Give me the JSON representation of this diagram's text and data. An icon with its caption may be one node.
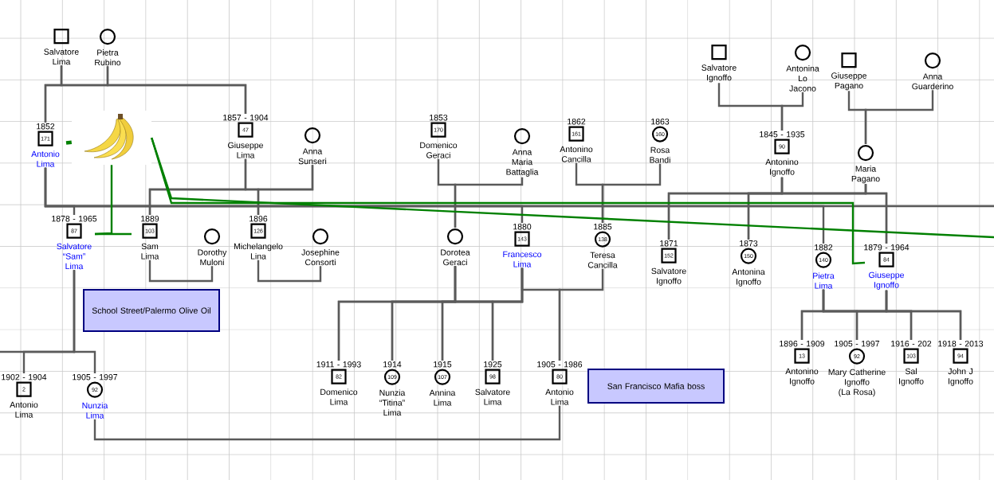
{
  "diagram": {
    "nodes": [
      {
        "text": [
          "Salvatore Lima"
        ]
      },
      {
        "text": [
          "Pietra Rubino"
        ]
      },
      {
        "text": [
          "1852",
          "171",
          "Antonio Lima"
        ]
      },
      {
        "text": [],
        "shape": "picture"
      },
      {
        "text": [
          "1857 - 1904",
          "47",
          "Giuseppe Lima"
        ]
      },
      {
        "text": [
          "Anna Sunseri"
        ]
      },
      {
        "text": [
          "1853",
          "170",
          "Domenico Geraci"
        ]
      },
      {
        "text": [
          "Anna Maria Battaglia"
        ]
      },
      {
        "text": [
          "1862",
          "161",
          "Antonino Cancilla"
        ]
      },
      {
        "text": [
          "1863",
          "160",
          "Rosa Bandi"
        ]
      },
      {
        "text": [
          "Salvatore Ignoffo"
        ]
      },
      {
        "text": [
          "Antonina Lo Jacono"
        ]
      },
      {
        "text": [
          "Giuseppe Pagano"
        ]
      },
      {
        "text": [
          "Anna Guarderino"
        ]
      },
      {
        "text": [
          "1845 - 1935",
          "90",
          "Antonino Ignoffo"
        ]
      },
      {
        "text": [
          "Maria Pagano"
        ]
      },
      {
        "text": [
          "1878 - 1965",
          "87",
          "Salvatore “Sam” Lima"
        ]
      },
      {
        "text": [
          "1889",
          "103",
          "Sam Lima"
        ]
      },
      {
        "text": [
          "Dorothy Muloni"
        ]
      },
      {
        "text": [
          "1896",
          "126",
          "Michelangelo Lina"
        ]
      },
      {
        "text": [
          "Josephine Consorti"
        ]
      },
      {
        "text": [
          "Dorotea Geraci"
        ]
      },
      {
        "text": [
          "1880",
          "143",
          "Francesco Lima"
        ]
      },
      {
        "text": [
          "1885",
          "138",
          "Teresa Cancilla"
        ]
      },
      {
        "text": [
          "1871",
          "152",
          "Salvatore Ignoffo"
        ]
      },
      {
        "text": [
          "1873",
          "150",
          "Antonina Ignoffo"
        ]
      },
      {
        "text": [
          "1882",
          "140",
          "Pietra Lima"
        ]
      },
      {
        "text": [
          "1879 - 1964",
          "84",
          "Giuseppe Ignoffo"
        ]
      },
      {
        "text": [
          "School Street/Palermo Olive Oil"
        ]
      },
      {
        "text": [
          "1902 - 1904",
          "2",
          "Antonio Lima"
        ]
      },
      {
        "text": [
          "1905 - 1997",
          "92",
          "Nunzia Lima"
        ]
      },
      {
        "text": [
          "1911 - 1993",
          "82",
          "Domenico Lima"
        ]
      },
      {
        "text": [
          "1914",
          "109",
          "Nunzia “Titina” Lima"
        ]
      },
      {
        "text": [
          "1915",
          "107",
          "Annina Lima"
        ]
      },
      {
        "text": [
          "1925",
          "98",
          "Salvatore Lima"
        ]
      },
      {
        "text": [
          "1905 - 1986",
          "80",
          "Antonio Lima"
        ]
      },
      {
        "text": [
          "San Francisco Mafia boss"
        ]
      },
      {
        "text": [
          "1896 - 1909",
          "13",
          "Antonino Ignoffo"
        ]
      },
      {
        "text": [
          "1905 - 1997",
          "92",
          "Mary Catherine Ignoffo (La Rosa)"
        ]
      },
      {
        "text": [
          "1916 - 202",
          "103",
          "Sal Ignoffo"
        ]
      },
      {
        "text": [
          "1918 - 2013",
          "94",
          "John J Ignoffo"
        ]
      }
    ],
    "edges": [
      {
        "from": 0,
        "to": 2,
        "arrow": "none"
      },
      {
        "from": 0,
        "to": 4,
        "arrow": "none"
      },
      {
        "from": 1,
        "to": 2,
        "arrow": "none"
      },
      {
        "from": 1,
        "to": 4,
        "arrow": "none"
      },
      {
        "from": 2,
        "to": 16,
        "arrow": "none"
      },
      {
        "from": 2,
        "to": 22,
        "arrow": "none"
      },
      {
        "from": 2,
        "to": 26,
        "arrow": "none"
      },
      {
        "from": 2,
        "to": null,
        "arrow": "none"
      },
      {
        "from": 4,
        "to": 17,
        "arrow": "none"
      },
      {
        "from": 4,
        "to": 19,
        "arrow": "none"
      },
      {
        "from": 5,
        "to": 17,
        "arrow": "none"
      },
      {
        "from": 5,
        "to": 19,
        "arrow": "none"
      },
      {
        "from": 6,
        "to": 21,
        "arrow": "none"
      },
      {
        "from": 7,
        "to": 21,
        "arrow": "none"
      },
      {
        "from": 8,
        "to": 23,
        "arrow": "none"
      },
      {
        "from": 9,
        "to": 23,
        "arrow": "none"
      },
      {
        "from": 10,
        "to": 14,
        "arrow": "none"
      },
      {
        "from": 11,
        "to": 14,
        "arrow": "none"
      },
      {
        "from": 12,
        "to": 15,
        "arrow": "none"
      },
      {
        "from": 13,
        "to": 15,
        "arrow": "none"
      },
      {
        "from": 14,
        "to": 24,
        "arrow": "none"
      },
      {
        "from": 14,
        "to": 25,
        "arrow": "none"
      },
      {
        "from": 14,
        "to": 27,
        "arrow": "none"
      },
      {
        "from": 15,
        "to": 24,
        "arrow": "none"
      },
      {
        "from": 15,
        "to": 25,
        "arrow": "none"
      },
      {
        "from": 15,
        "to": 27,
        "arrow": "none"
      },
      {
        "from": 17,
        "to": 18,
        "arrow": "none"
      },
      {
        "from": 19,
        "to": 20,
        "arrow": "none"
      },
      {
        "from": 21,
        "to": 31,
        "arrow": "none"
      },
      {
        "from": 21,
        "to": 32,
        "arrow": "none"
      },
      {
        "from": 21,
        "to": 33,
        "arrow": "none"
      },
      {
        "from": 21,
        "to": 34,
        "arrow": "none"
      },
      {
        "from": 22,
        "to": 31,
        "arrow": "none"
      },
      {
        "from": 22,
        "to": 32,
        "arrow": "none"
      },
      {
        "from": 22,
        "to": 33,
        "arrow": "none"
      },
      {
        "from": 22,
        "to": 34,
        "arrow": "none"
      },
      {
        "from": 22,
        "to": 35,
        "arrow": "none"
      },
      {
        "from": 23,
        "to": 35,
        "arrow": "none"
      },
      {
        "from": 16,
        "to": 29,
        "arrow": "none"
      },
      {
        "from": 16,
        "to": 30,
        "arrow": "none"
      },
      {
        "from": 16,
        "to": null,
        "arrow": "none"
      },
      {
        "from": 30,
        "to": 35,
        "arrow": "none"
      },
      {
        "from": 26,
        "to": 37,
        "arrow": "none"
      },
      {
        "from": 26,
        "to": 38,
        "arrow": "none"
      },
      {
        "from": 26,
        "to": 39,
        "arrow": "none"
      },
      {
        "from": 26,
        "to": 40,
        "arrow": "none"
      },
      {
        "from": 27,
        "to": 37,
        "arrow": "none"
      },
      {
        "from": 27,
        "to": 38,
        "arrow": "none"
      },
      {
        "from": 27,
        "to": 39,
        "arrow": "none"
      },
      {
        "from": 27,
        "to": 40,
        "arrow": "none"
      },
      {
        "from": 3,
        "to": 2,
        "arrow": "none",
        "style": "thick",
        "color": "#008000"
      },
      {
        "from": 3,
        "to": 16,
        "arrow": "none",
        "color": "#008000"
      },
      {
        "from": 3,
        "to": null,
        "arrow": "none",
        "color": "#008000"
      },
      {
        "from": 3,
        "to": 27,
        "arrow": "none",
        "color": "#008000"
      },
      {
        "from": 16,
        "to": 17,
        "arrow": "none",
        "color": "#008000"
      }
    ]
  }
}
